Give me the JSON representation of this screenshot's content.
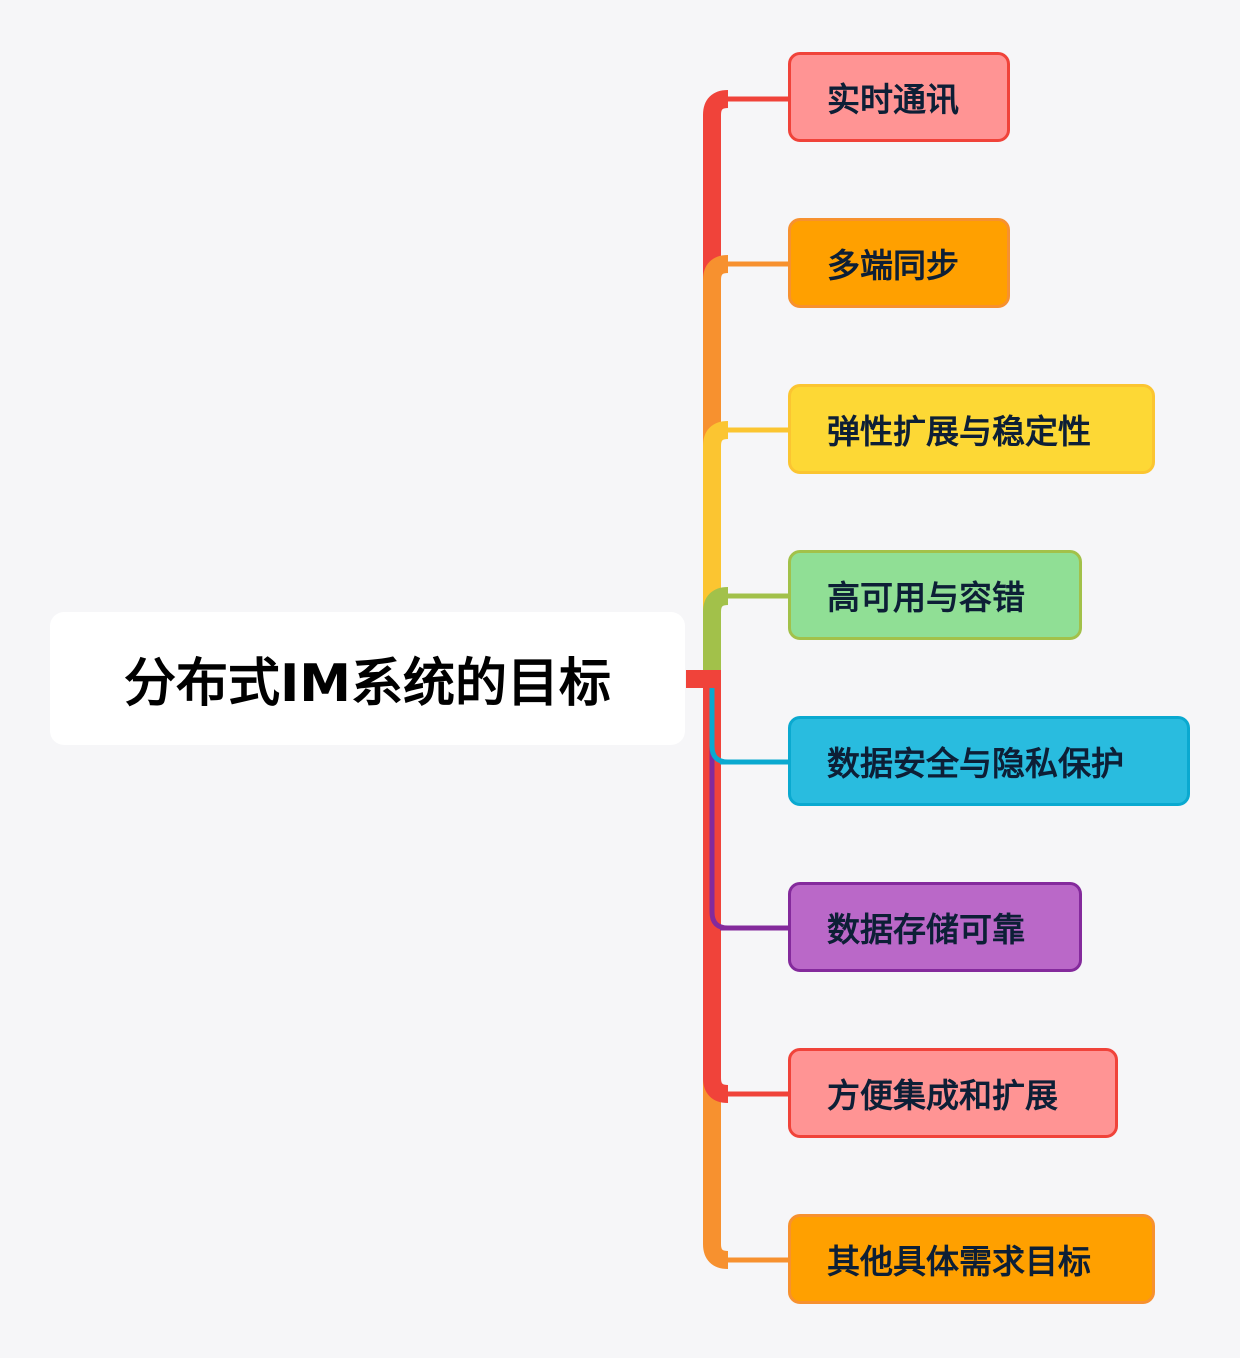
{
  "root": {
    "title": "分布式IM系统的目标"
  },
  "branches": [
    {
      "label": "实时通讯",
      "fill": "#ff9494",
      "border": "#f0433a",
      "line": "#f0433a"
    },
    {
      "label": "多端同步",
      "fill": "#ffa000",
      "border": "#f7912f",
      "line": "#f7912f"
    },
    {
      "label": "弹性扩展与稳定性",
      "fill": "#fdd835",
      "border": "#fbc531",
      "line": "#fbc531"
    },
    {
      "label": "高可用与容错",
      "fill": "#90df95",
      "border": "#a2c14a",
      "line": "#a2c14a"
    },
    {
      "label": "数据安全与隐私保护",
      "fill": "#29bcdf",
      "border": "#0aa9d0",
      "line": "#0aa9d0"
    },
    {
      "label": "数据存储可靠",
      "fill": "#ba68c8",
      "border": "#842a9c",
      "line": "#842a9c"
    },
    {
      "label": "方便集成和扩展",
      "fill": "#ff9494",
      "border": "#f0433a",
      "line": "#f0433a"
    },
    {
      "label": "其他具体需求目标",
      "fill": "#ffa000",
      "border": "#f7912f",
      "line": "#f7912f"
    }
  ]
}
